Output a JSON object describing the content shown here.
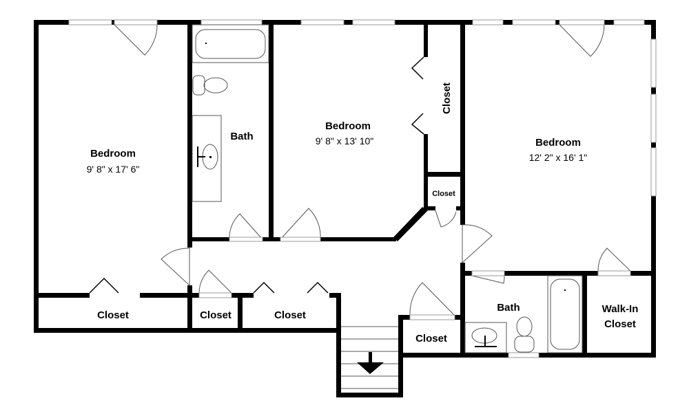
{
  "rooms": {
    "bedroom_left": {
      "name": "Bedroom",
      "size": "9' 8\" x 17' 6\""
    },
    "bath_upper": {
      "name": "Bath"
    },
    "bedroom_middle": {
      "name": "Bedroom",
      "size": "9' 8\" x 13' 10\""
    },
    "closet_vertical": {
      "name": "Closet"
    },
    "closet_small": {
      "name": "Closet"
    },
    "bedroom_right": {
      "name": "Bedroom",
      "size": "12' 2\" x 16' 1\""
    },
    "closet_left": {
      "name": "Closet"
    },
    "closet_mid": {
      "name": "Closet"
    },
    "closet_hall": {
      "name": "Closet"
    },
    "closet_stairs": {
      "name": "Closet"
    },
    "bath_lower": {
      "name": "Bath"
    },
    "walkin": {
      "line1": "Walk-In",
      "line2": "Closet"
    }
  },
  "icons": {
    "stairs_direction": "arrow-down-icon"
  }
}
